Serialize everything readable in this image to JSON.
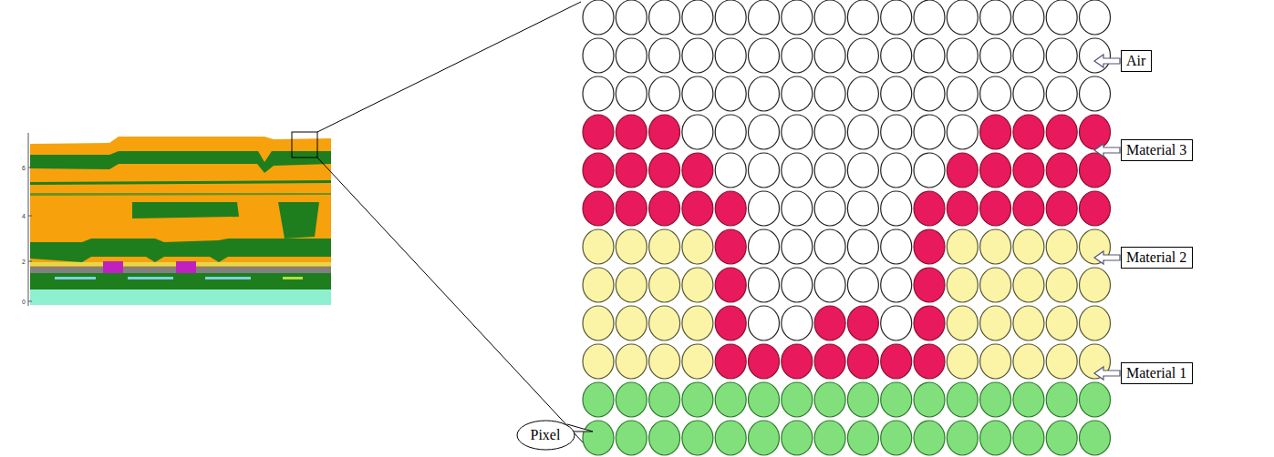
{
  "diagram": {
    "nodes": [
      {
        "text": [
          "Air"
        ]
      },
      {
        "text": [
          "Material 3"
        ]
      },
      {
        "text": [
          "Material 2"
        ]
      },
      {
        "text": [
          "Material 1"
        ]
      },
      {
        "text": [
          "Pixel"
        ]
      }
    ],
    "labels": [
      "6",
      "4",
      "2",
      "0"
    ]
  }
}
